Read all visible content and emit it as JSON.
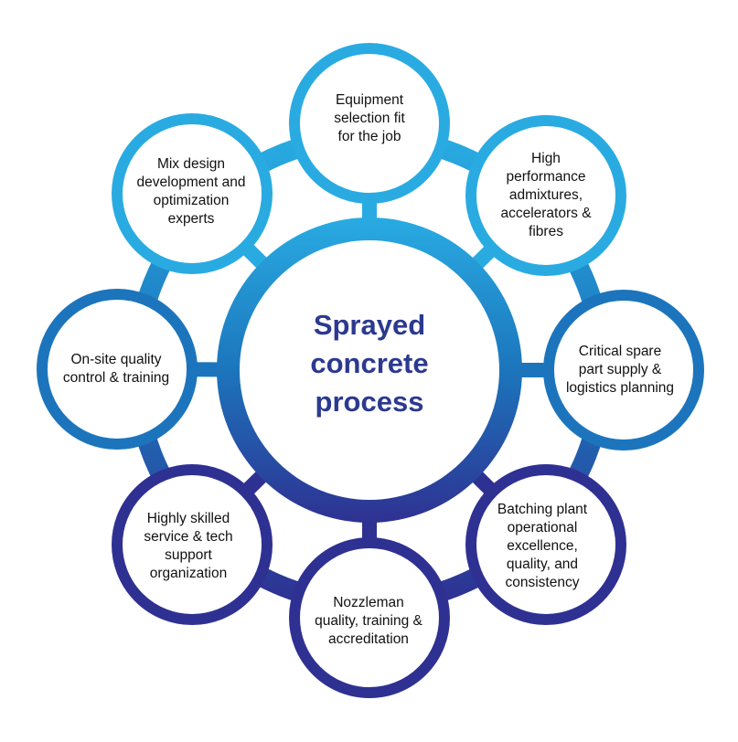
{
  "center": {
    "lines": [
      "Sprayed",
      "concrete",
      "process"
    ],
    "color": "#2b3990"
  },
  "colors": {
    "light_blue": "#29abe2",
    "mid_blue": "#1c75bc",
    "dark_blue": "#2e3192"
  },
  "nodes": [
    {
      "id": "equipment-selection",
      "lines": [
        "Equipment",
        "selection fit",
        "for the job"
      ],
      "color_key": "light_blue"
    },
    {
      "id": "high-performance-admixtures",
      "lines": [
        "High",
        "performance",
        "admixtures,",
        "accelerators &",
        "fibres"
      ],
      "color_key": "light_blue"
    },
    {
      "id": "critical-spare-part",
      "lines": [
        "Critical spare",
        "part supply &",
        "logistics planning"
      ],
      "color_key": "mid_blue"
    },
    {
      "id": "batching-plant",
      "lines": [
        "Batching plant",
        "operational",
        "excellence,",
        "quality, and",
        "consistency"
      ],
      "color_key": "dark_blue"
    },
    {
      "id": "nozzleman",
      "lines": [
        "Nozzleman",
        "quality, training &",
        "accreditation"
      ],
      "color_key": "dark_blue"
    },
    {
      "id": "service-tech-support",
      "lines": [
        "Highly skilled",
        "service & tech",
        "support",
        "organization"
      ],
      "color_key": "dark_blue"
    },
    {
      "id": "onsite-quality",
      "lines": [
        "On-site quality",
        "control & training"
      ],
      "color_key": "mid_blue"
    },
    {
      "id": "mix-design",
      "lines": [
        "Mix design",
        "development and",
        "optimization",
        "experts"
      ],
      "color_key": "light_blue"
    }
  ]
}
